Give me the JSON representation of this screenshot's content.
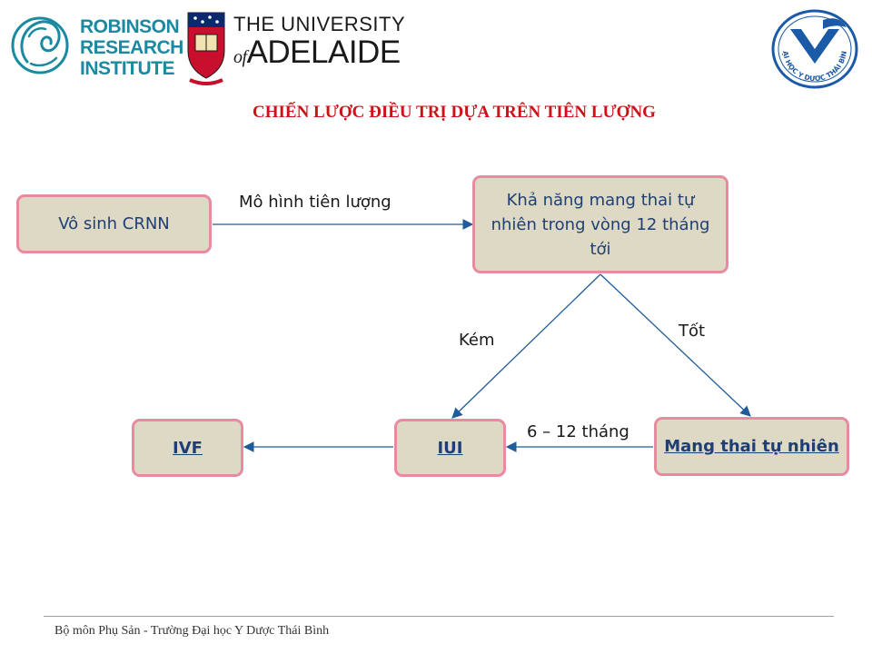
{
  "logos": {
    "robinson": {
      "lines": [
        "ROBINSON",
        "RESEARCH",
        "INSTITUTE"
      ],
      "color": "#1b8aa0"
    },
    "adelaide": {
      "line1": "THE UNIVERSITY",
      "of": "of",
      "name": "ADELAIDE"
    },
    "thaibinh": {
      "ring_text": "ĐẠI HỌC Y DƯỢC THÁI BÌNH",
      "color": "#1a5aa6"
    }
  },
  "title": "CHIẾN LƯỢC ĐIỀU TRỊ DỰA TRÊN TIÊN LƯỢNG",
  "nodes": {
    "vosinh": "Vô sinh CRNN",
    "khanang": "Khả năng mang thai tự nhiên trong vòng 12 tháng tới",
    "ivf": "IVF",
    "iui": "IUI",
    "mangthai": "Mang thai tự nhiên"
  },
  "edges": {
    "mohinh": "Mô hình tiên lượng",
    "kem": "Kém",
    "tot": "Tốt",
    "sau_12_thang": "6 – 12 tháng"
  },
  "colors": {
    "title": "#d01018",
    "node_fill": "#ddd9c4",
    "node_border": "#e88aa0",
    "node_text": "#1f3f74",
    "arrow": "#1f5c99"
  },
  "footer": "Bộ môn Phụ Sản - Trường Đại học Y Dược Thái Bình"
}
